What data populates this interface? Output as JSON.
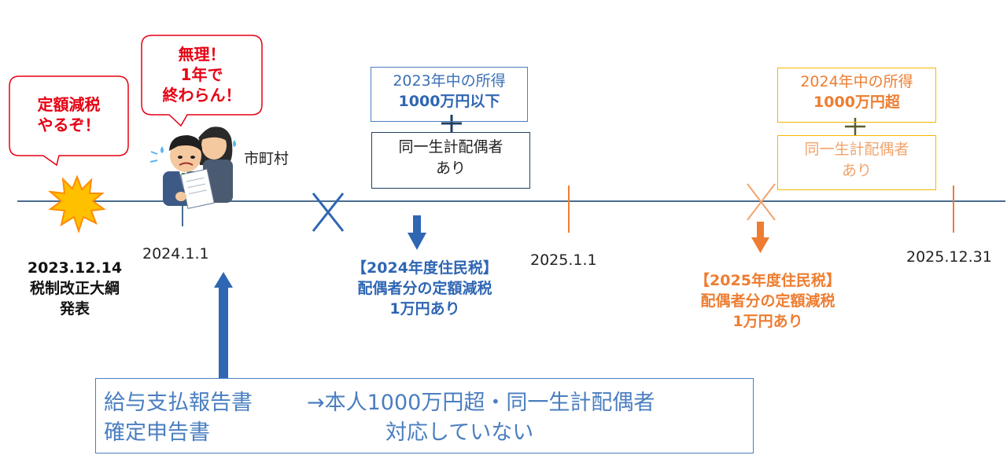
{
  "colors": {
    "timeline": "#4a6b8f",
    "blue": "#2f66b3",
    "blue_box_border": "#4a7ec0",
    "orange": "#ee7d31",
    "orange_light": "#f2a36a",
    "orange_box_border": "#f5b700",
    "red_text": "#e60012",
    "bubble_border": "#e60012",
    "burst_fill": "#ffc000",
    "burst_stroke": "#ff8c00",
    "bottom_box_border": "#4a7ec0"
  },
  "bubbles": {
    "left": [
      "定額減税",
      "やるぞ！"
    ],
    "right": [
      "無理！",
      "1年で",
      "終わらん！"
    ]
  },
  "shichoson_label": "市町村",
  "dates": {
    "d2023": [
      "2023.12.14",
      "税制改正大綱",
      "発表"
    ],
    "d2024": "2024.1.1",
    "d2025a": "2025.1.1",
    "d2025b": "2025.12.31"
  },
  "box2023": {
    "line1": "2023年中の所得",
    "line2": "1000万円以下",
    "plus": "+",
    "sub_line1": "同一生計配偶者",
    "sub_line2": "あり"
  },
  "box2024": {
    "line1": "2024年中の所得",
    "line2": "1000万円超",
    "plus": "+",
    "sub_line1": "同一生計配偶者",
    "sub_line2": "あり"
  },
  "result2024": [
    "【2024年度住民税】",
    "配偶者分の定額減税",
    "1万円あり"
  ],
  "result2025": [
    "【2025年度住民税】",
    "配偶者分の定額減税",
    "1万円あり"
  ],
  "bottom_box": {
    "row1_left": "給与支払報告書",
    "row1_right": "→本人1000万円超・同一生計配偶者",
    "row2_left": "確定申告書",
    "row2_right": "対応していない"
  },
  "icons": [
    "explosion-icon",
    "worried-workers-illustration",
    "cross-mark-icon",
    "arrow-down-icon",
    "arrow-up-icon"
  ]
}
